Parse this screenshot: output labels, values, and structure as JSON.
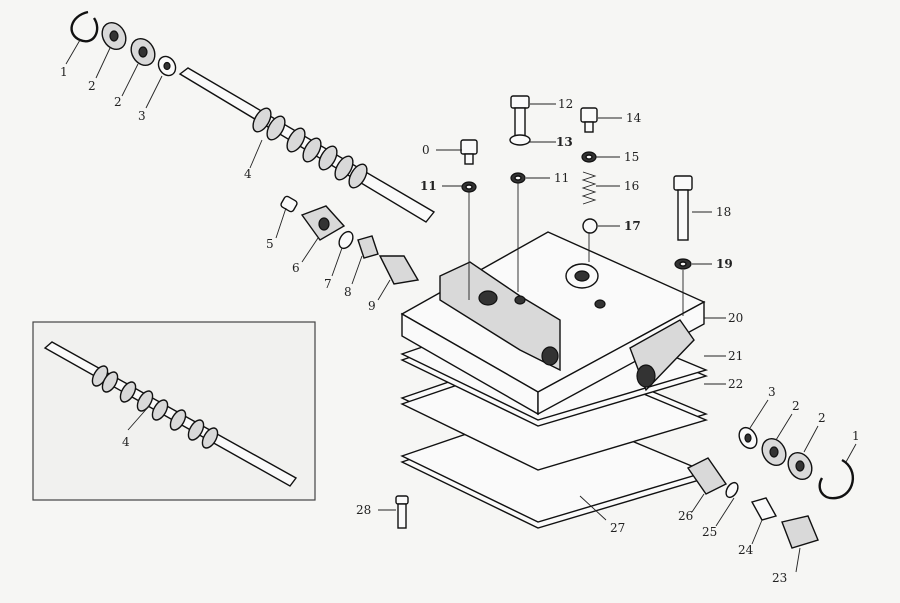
{
  "parts": [
    {
      "id": "circlip-top",
      "label": "1",
      "bold": false
    },
    {
      "id": "bearing-top-a",
      "label": "2",
      "bold": false
    },
    {
      "id": "bearing-top-b",
      "label": "2",
      "bold": false
    },
    {
      "id": "washer-top",
      "label": "3",
      "bold": false
    },
    {
      "id": "shaft",
      "label": "4",
      "bold": false
    },
    {
      "id": "pin",
      "label": "5",
      "bold": false
    },
    {
      "id": "fork",
      "label": "6",
      "bold": false
    },
    {
      "id": "ring",
      "label": "7",
      "bold": false
    },
    {
      "id": "bushing",
      "label": "8",
      "bold": false
    },
    {
      "id": "spool",
      "label": "9",
      "bold": false
    },
    {
      "id": "bolt-0",
      "label": "0",
      "bold": false
    },
    {
      "id": "washer-11a",
      "label": "11",
      "bold": true
    },
    {
      "id": "bolt-12",
      "label": "12",
      "bold": false
    },
    {
      "id": "stud-13",
      "label": "13",
      "bold": true
    },
    {
      "id": "washer-11b",
      "label": "11",
      "bold": false
    },
    {
      "id": "plug-14",
      "label": "14",
      "bold": false
    },
    {
      "id": "washer-15",
      "label": "15",
      "bold": false
    },
    {
      "id": "spring-16",
      "label": "16",
      "bold": false
    },
    {
      "id": "ball-17",
      "label": "17",
      "bold": true
    },
    {
      "id": "bolt-18",
      "label": "18",
      "bold": false
    },
    {
      "id": "washer-19",
      "label": "19",
      "bold": true
    },
    {
      "id": "valve-body",
      "label": "20",
      "bold": false
    },
    {
      "id": "gasket-21",
      "label": "21",
      "bold": false
    },
    {
      "id": "plate-22",
      "label": "22",
      "bold": false
    },
    {
      "id": "plug-23",
      "label": "23",
      "bold": false
    },
    {
      "id": "seat-24",
      "label": "24",
      "bold": false
    },
    {
      "id": "oring-25",
      "label": "25",
      "bold": false
    },
    {
      "id": "spool-26",
      "label": "26",
      "bold": false
    },
    {
      "id": "gasket-27",
      "label": "27",
      "bold": false
    },
    {
      "id": "bolt-28",
      "label": "28",
      "bold": false
    },
    {
      "id": "washer-right",
      "label": "3",
      "bold": false
    },
    {
      "id": "bearing-right-a",
      "label": "2",
      "bold": false
    },
    {
      "id": "bearing-right-b",
      "label": "2",
      "bold": false
    },
    {
      "id": "circlip-right",
      "label": "1",
      "bold": false
    },
    {
      "id": "inset-shaft",
      "label": "4",
      "bold": false
    }
  ]
}
